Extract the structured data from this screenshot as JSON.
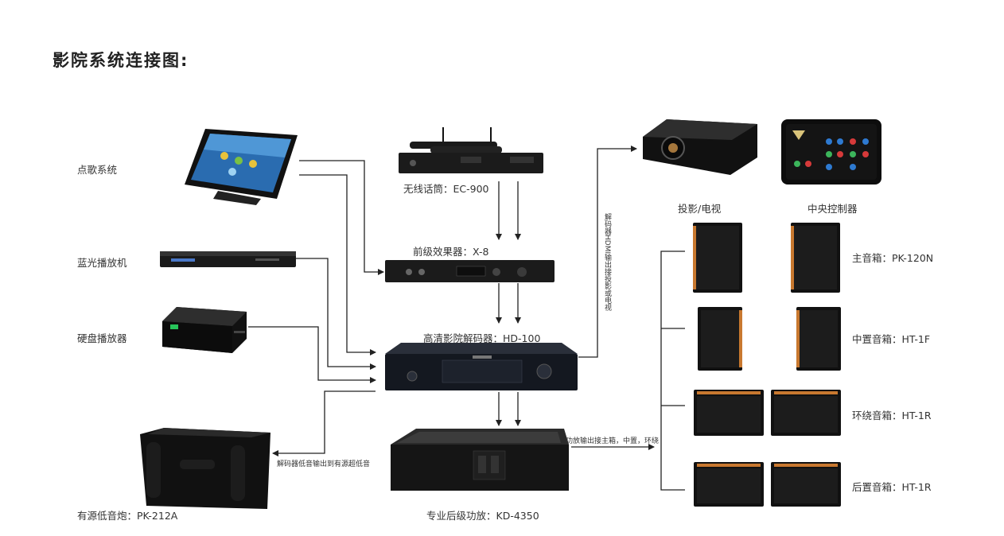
{
  "title": "影院系统连接图:",
  "sources": {
    "karaoke": "点歌系统",
    "bluray": "蓝光播放机",
    "hdd_player": "硬盘播放器"
  },
  "devices": {
    "wireless_mic": "无线话筒：EC-900",
    "pre_effector": "前级效果器：X-8",
    "decoder": "高清影院解码器：HD-100",
    "amplifier": "专业后级功放：KD-4350",
    "subwoofer": "有源低音炮：PK-212A",
    "projector": "投影/电视",
    "central_controller": "中央控制器"
  },
  "speakers": {
    "main": "主音箱：PK-120N",
    "center": "中置音箱：HT-1F",
    "surround": "环绕音箱：HT-1R",
    "rear": "后置音箱：HT-1R"
  },
  "notes": {
    "hdmi": "解码器HDMI输出接投影或电视",
    "sub_out": "解码器低音输出到有源超低音",
    "amp_out": "功放输出接主箱，中置，环绕"
  },
  "colors": {
    "device_body": "#1b1b1b",
    "speaker_trim": "#c8782f",
    "wire": "#222222"
  }
}
